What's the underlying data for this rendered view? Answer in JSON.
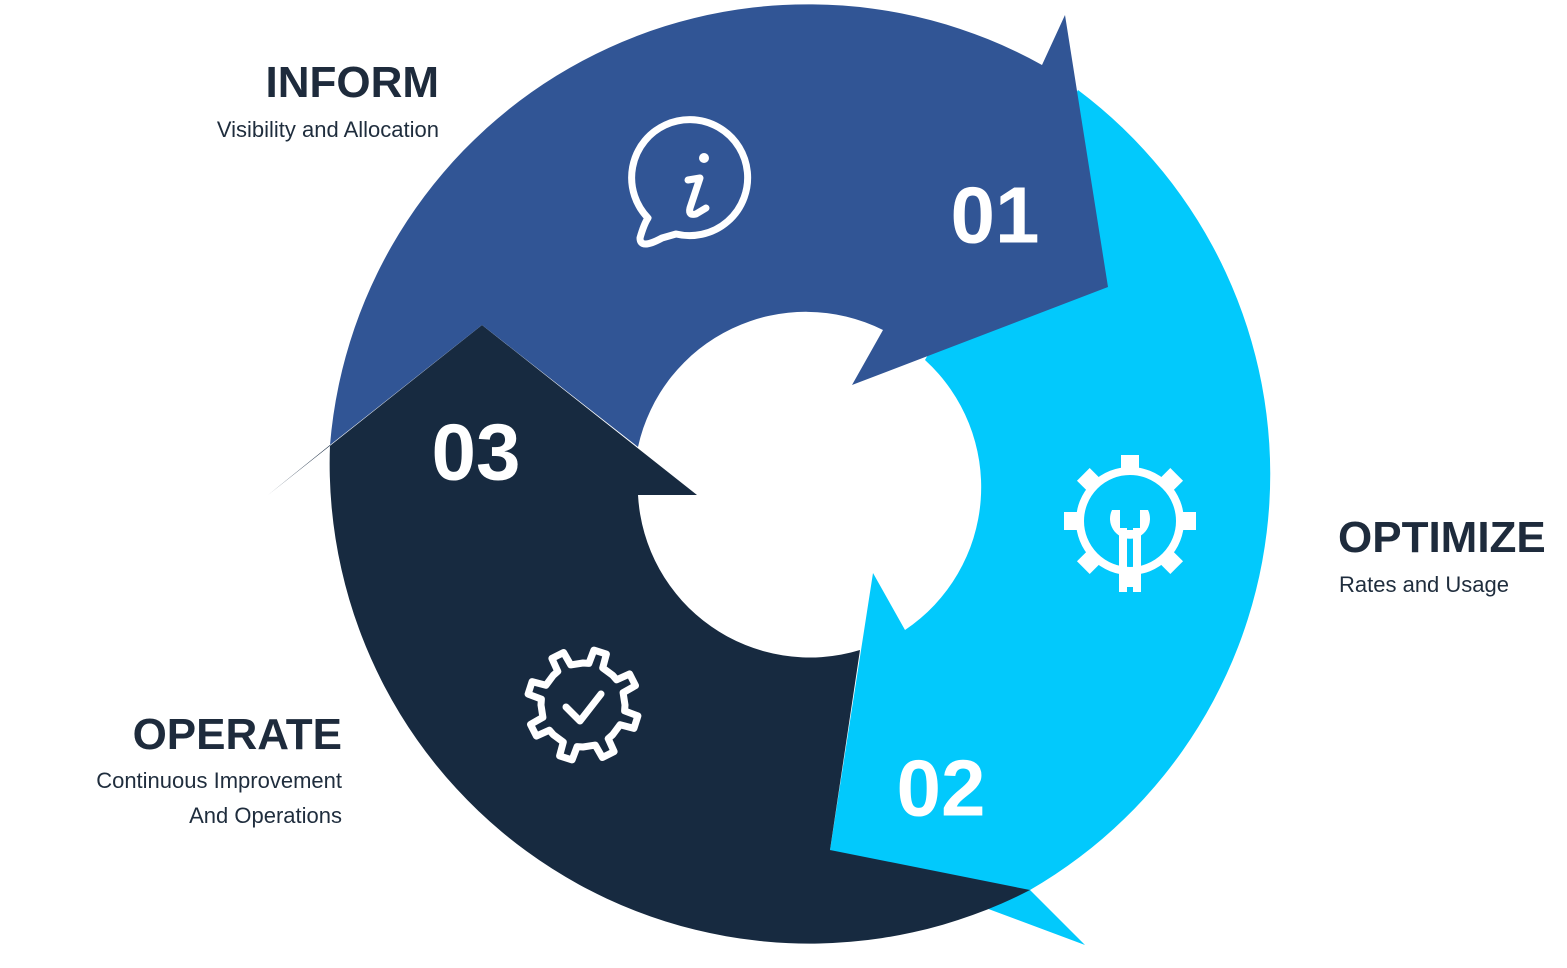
{
  "colors": {
    "inform": "#315595",
    "optimize": "#02c9fc",
    "operate": "#172a40",
    "hole": "#ffffff",
    "label_text": "#1e2b3c",
    "number_text": "#ffffff"
  },
  "phases": [
    {
      "id": "inform",
      "number": "01",
      "title": "INFORM",
      "subtitle_lines": [
        "Visibility and Allocation"
      ],
      "icon": "info-speech-bubble-icon"
    },
    {
      "id": "optimize",
      "number": "02",
      "title": "OPTIMIZE",
      "subtitle_lines": [
        "Rates and Usage"
      ],
      "icon": "gear-wrench-icon"
    },
    {
      "id": "operate",
      "number": "03",
      "title": "OPERATE",
      "subtitle_lines": [
        "Continuous Improvement",
        "And Operations"
      ],
      "icon": "gear-check-icon"
    }
  ]
}
